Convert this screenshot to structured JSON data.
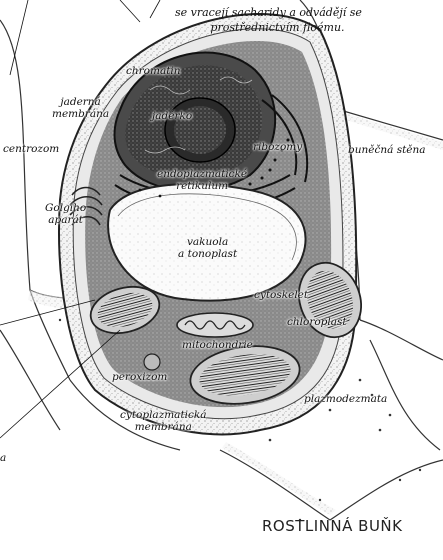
{
  "header_note": {
    "line1": "se vracejí sacharidy a odvádějí se",
    "line2": "prostřednictvím floému."
  },
  "labels": {
    "chromatin": "chromatin",
    "nuclear_membrane_1": "jaderná",
    "nuclear_membrane_2": "membrána",
    "nucleolus": "jadérko",
    "ribosomes": "ribozomy",
    "cell_wall": "buněčná stěna",
    "centrosome": "centrozom",
    "er_1": "endoplazmatické",
    "er_2": "retikulum",
    "golgi_1": "Golgiho",
    "golgi_2": "aparát",
    "vacuole_1": "vakuola",
    "vacuole_2": "a tonoplast",
    "cytoskeleton": "cytoskelet",
    "chloroplast": "chloroplast",
    "mitochondria": "mitochondrie",
    "peroxisome": "peroxizom",
    "cytoplasmic_membrane_1": "cytoplazmatická",
    "cytoplasmic_membrane_2": "membrána",
    "plasmodesmata": "plazmodezmata",
    "cut_off_left": "a"
  },
  "title": "ROSTLINNÁ BUŇK"
}
